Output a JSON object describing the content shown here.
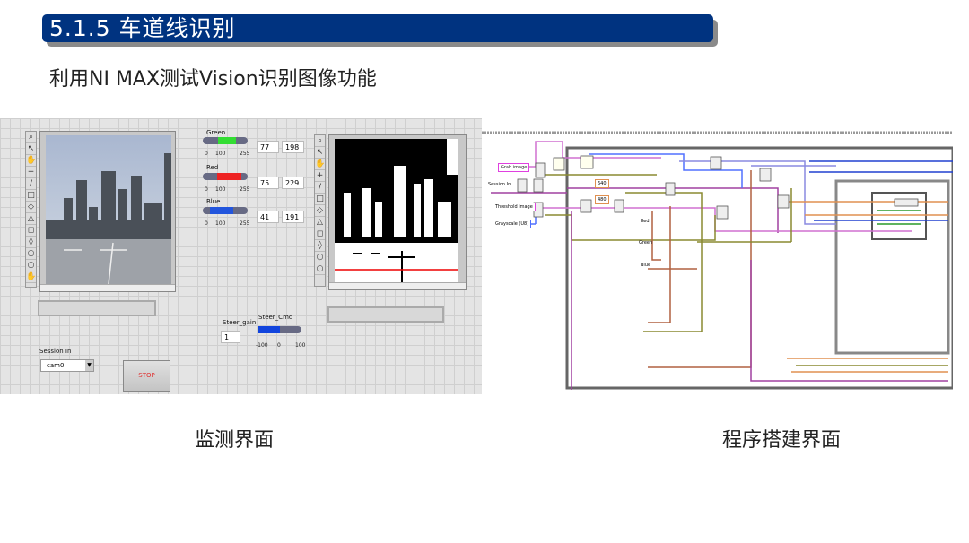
{
  "title": "5.1.5 车道线识别",
  "subtitle": "利用NI MAX测试Vision识别图像功能",
  "front_panel": {
    "sliders": [
      {
        "label": "Green",
        "low": 77,
        "high": 198,
        "color": "#33dd33",
        "ticks": [
          "0",
          "100",
          "255"
        ]
      },
      {
        "label": "Red",
        "low": 75,
        "high": 229,
        "color": "#ee2222",
        "ticks": [
          "0",
          "100",
          "255"
        ]
      },
      {
        "label": "Blue",
        "low": 41,
        "high": 191,
        "color": "#2255dd",
        "ticks": [
          "0",
          "100",
          "255"
        ]
      }
    ],
    "steer_gain": {
      "label": "Steer_gain",
      "value": "1"
    },
    "steer_cmd": {
      "label": "Steer_Cmd",
      "value": 0,
      "ticks": [
        "-100",
        "0",
        "100"
      ]
    },
    "session": {
      "label": "Session In",
      "value": "cam0"
    },
    "stop_label": "STOP",
    "stop_color": "#e03030"
  },
  "diagram": {
    "labels": {
      "grab": "Grab image",
      "session": "Session In",
      "threshold": "Threshold image",
      "grayscale": "Grayscale (U8)",
      "red": "Red",
      "green": "Green",
      "blue": "Blue",
      "w": "640",
      "h": "480"
    }
  },
  "captions": {
    "left": "监测界面",
    "right": "程序搭建界面"
  }
}
